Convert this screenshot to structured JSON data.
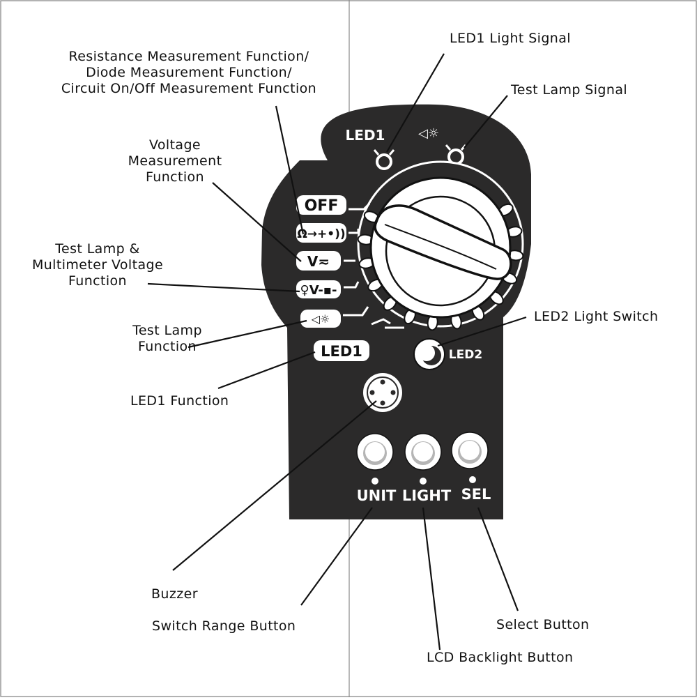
{
  "panel": {
    "dial_positions": [
      "OFF",
      "Ω→+•))",
      "V≂",
      "♀V-▪-",
      "◁☼",
      "LED1"
    ],
    "top_labels": {
      "led1": "LED1",
      "test_lamp_glyph": "◁☼"
    },
    "led2_label": "LED2",
    "buttons": [
      "UNIT",
      "LIGHT",
      "SEL"
    ]
  },
  "callouts": {
    "led1_light_signal": "LED1 Light Signal",
    "test_lamp_signal": "Test Lamp Signal",
    "resistance": [
      "Resistance Measurement Function/",
      "Diode Measurement Function/",
      "Circuit On/Off Measurement Function"
    ],
    "voltage": [
      "Voltage",
      "Measurement",
      "Function"
    ],
    "test_lamp_multimeter": [
      "Test Lamp &",
      "Multimeter Voltage",
      "Function"
    ],
    "test_lamp_function": [
      "Test Lamp",
      "Function"
    ],
    "led1_function": "LED1 Function",
    "led2_light_switch": "LED2 Light Switch",
    "buzzer": "Buzzer",
    "switch_range_button": "Switch Range Button",
    "select_button": "Select Button",
    "lcd_backlight_button": "LCD Backlight Button"
  }
}
